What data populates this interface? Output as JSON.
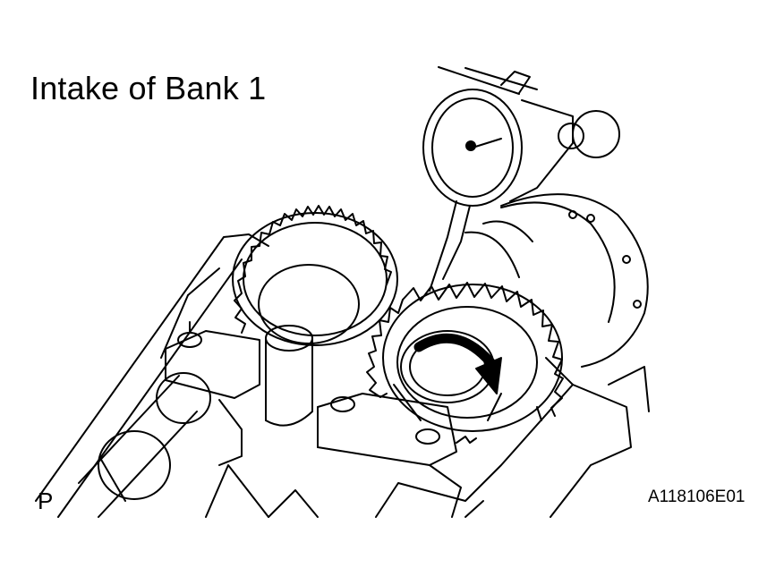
{
  "title": "Intake of Bank 1",
  "corner_mark": "P",
  "figure_code": "A118106E01",
  "line_color": "#000000",
  "background_color": "#ffffff",
  "icons": [
    "dial-indicator-icon",
    "gear-icon",
    "rotation-arrow-icon",
    "camshaft-icon"
  ]
}
